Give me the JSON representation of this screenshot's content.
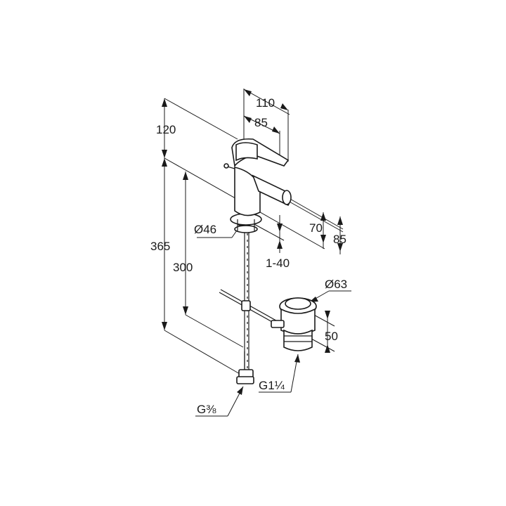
{
  "dimensions": {
    "width_110": "110",
    "width_85": "85",
    "height_120": "120",
    "height_365": "365",
    "height_300": "300",
    "height_70": "70",
    "height_85": "85",
    "diameter_46": "Ø46",
    "thickness_range": "1-40",
    "diameter_63": "Ø63",
    "height_50": "50"
  },
  "threads": {
    "supply": "G⅜",
    "waste": "G1¼"
  },
  "colors": {
    "line": "#1a1a1a",
    "background": "#ffffff"
  }
}
